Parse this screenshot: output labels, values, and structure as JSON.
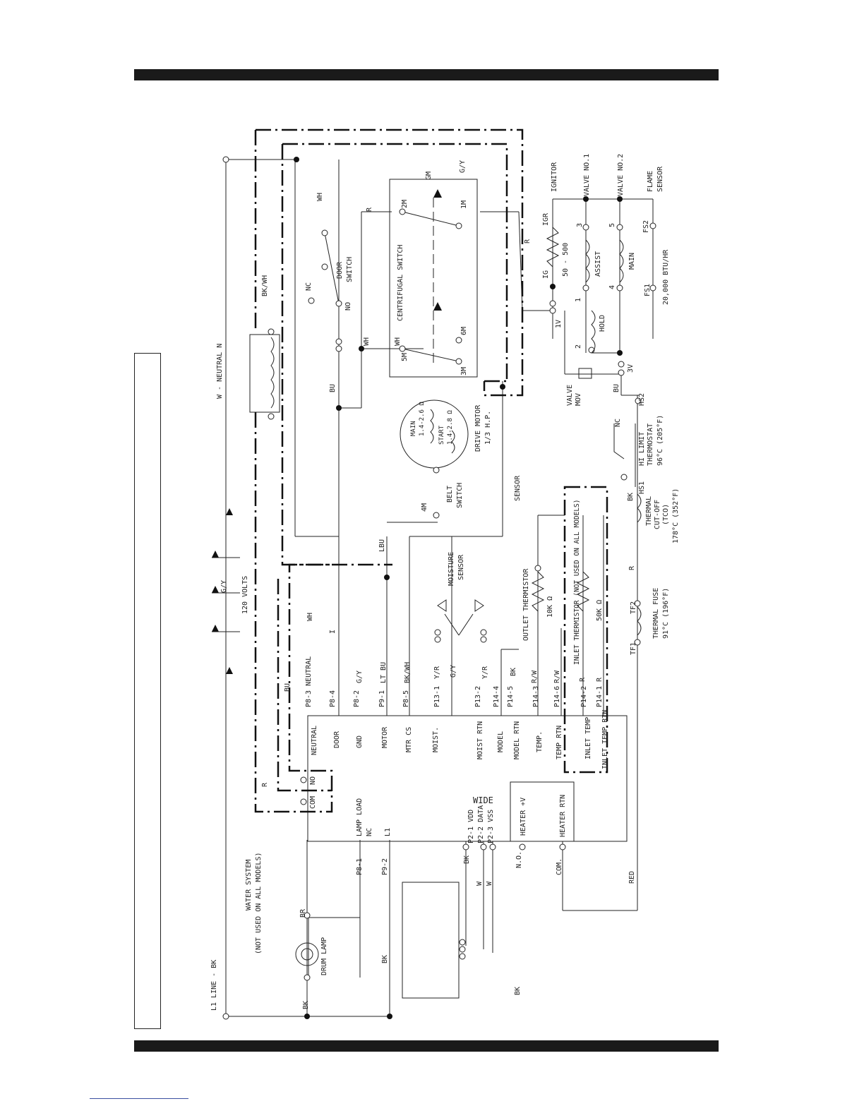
{
  "diagram": {
    "terminals_left": {
      "neutral": "NEUTRAL",
      "door": "DOOR",
      "gnd": "GND",
      "motor": "MOTOR",
      "mtr_cs": "MTR CS",
      "moist": "MOIST.",
      "moist_rtn": "MOIST RTN",
      "model": "MODEL",
      "model_rtn": "MODEL RTN",
      "temp": "TEMP.",
      "temp_rtn": "TEMP RTN",
      "inlet_temp": "INLET TEMP",
      "inlet_temp_rtn": "INLET TEMP RTN"
    },
    "pins": {
      "p8_3": "P8-3 NEUTRAL",
      "p8_4": "P8-4",
      "p8_2": "P8-2",
      "p9_1": "P9-1",
      "p8_5": "P8-5",
      "p13_1": "P13-1",
      "p13_2": "P13-2",
      "p14_4": "P14-4",
      "p14_5": "P14-5",
      "p14_3": "P14-3",
      "p14_6": "P14-6",
      "p14_2": "P14-2",
      "p14_1": "P14-1",
      "p8_1": "P8-1",
      "p9_2": "P9-2",
      "p2_1": "P2-1 VDD",
      "p2_2": "P2-2 DATA",
      "p2_3": "P2-3 VSS"
    },
    "wires": {
      "wh": "WH",
      "i": "I",
      "gy": "G/Y",
      "lt_bu": "LT BU",
      "bkwh": "BK/WH",
      "yr": "Y/R",
      "bk": "BK",
      "rw": "R/W",
      "r": "R",
      "bu": "BU",
      "w": "W",
      "lbu": "LBU",
      "br": "BR",
      "red": "RED",
      "v120": "120 VOLTS",
      "neutral_n": "W - NEUTRAL N",
      "l1_line": "L1 LINE - BK",
      "sensor": "SENSOR"
    },
    "board": {
      "wide": "WIDE",
      "lamp_load": "LAMP LOAD",
      "nc": "NC",
      "l1": "L1",
      "heater_v": "HEATER +V",
      "heater_rtn": "HEATER RTN",
      "no": "NO",
      "com": "COM",
      "no_dot": "N.O.",
      "com_dot": "COM."
    },
    "components": {
      "door_switch": [
        "DOOR",
        "SWITCH"
      ],
      "centrifugal_switch": "CENTRIFUGAL SWITCH",
      "drive_motor": [
        "DRIVE MOTOR",
        "1/3 H.P."
      ],
      "motor_main": [
        "MAIN",
        "1.4-2.6 Ω"
      ],
      "motor_start": [
        "START",
        "1.4-2.8 Ω"
      ],
      "belt_switch": [
        "BELT",
        "SWITCH"
      ],
      "moisture_sensor": [
        "MOISTURE",
        "SENSOR"
      ],
      "outlet_thermistor": [
        "OUTLET THERMISTOR",
        "10K Ω"
      ],
      "inlet_thermistor": [
        "INLET THERMISTOR (NOT USED ON ALL MODELS)",
        "50K Ω"
      ],
      "thermal_fuse": [
        "THERMAL FUSE",
        "91°C (196°F)"
      ],
      "thermal_cutoff": [
        "THERMAL",
        "CUT-OFF",
        "(TCO)",
        "178°C (352°F)"
      ],
      "hi_limit": [
        "HI LIMIT",
        "THERMOSTAT",
        "96°C (205°F)"
      ],
      "valve_mov": [
        "VALVE",
        "MOV"
      ],
      "ignitor": "IGNITOR",
      "valve1": "VALVE NO.1",
      "valve2": "VALVE NO.2",
      "flame_sensor": [
        "FLAME",
        "SENSOR"
      ],
      "resistance": "50 - 500",
      "assist": "ASSIST",
      "main": "MAIN",
      "hold": "HOLD",
      "btu": "20,000 BTU/HR",
      "drum_lamp": "DRUM LAMP",
      "water_system": [
        "WATER SYSTEM",
        "(NOT USED ON ALL MODELS)"
      ]
    },
    "switch_terms": {
      "nc": "NC",
      "no": "NO",
      "m2": "2M",
      "m1": "1M",
      "m5": "5M",
      "m6": "6M",
      "m3": "3M",
      "m4": "4M",
      "gm": "GM",
      "wh": "WH"
    },
    "gas_terms": {
      "igr": "IGR",
      "ig": "IG",
      "t1": "1",
      "t2": "2",
      "t3": "3",
      "t4": "4",
      "t5": "5",
      "fs1": "FS1",
      "fs2": "FS2",
      "v1": "1V",
      "v3": "3V",
      "hs1": "HS1",
      "hs2": "HS2",
      "tf1": "TF1",
      "tf2": "TF2",
      "nc": "NC"
    }
  }
}
